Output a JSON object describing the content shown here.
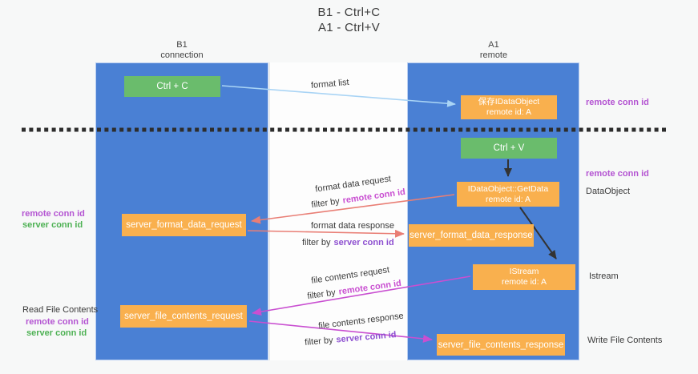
{
  "title": {
    "line1": "B1 - Ctrl+C",
    "line2": "A1 - Ctrl+V"
  },
  "columns": {
    "left": {
      "title": "B1",
      "subtitle": "connection"
    },
    "right": {
      "title": "A1",
      "subtitle": "remote"
    }
  },
  "nodes": {
    "ctrl_c": {
      "label": "Ctrl + C"
    },
    "save_dataobject": {
      "line1": "保存IDataObject",
      "line2": "remote id: A"
    },
    "ctrl_v": {
      "label": "Ctrl + V"
    },
    "getdata": {
      "line1": "IDataObject::GetData",
      "line2": "remote id: A"
    },
    "format_request": {
      "label": "server_format_data_request"
    },
    "format_response": {
      "label": "server_format_data_response"
    },
    "istream": {
      "line1": "IStream",
      "line2": "remote id: A"
    },
    "file_request": {
      "label": "server_file_contents_request"
    },
    "file_response": {
      "label": "server_file_contents_response"
    }
  },
  "flow_labels": {
    "format_list": "format list",
    "format_data_request": "format data request",
    "format_data_response": "format data response",
    "file_contents_request": "file contents request",
    "file_contents_response": "file contents response",
    "filter_by": "filter by",
    "remote_conn_id": "remote conn id",
    "server_conn_id": "server conn id"
  },
  "annotations": {
    "right_top_remote_conn_id": "remote conn id",
    "right_mid_remote_conn_id": "remote conn id",
    "dataobject": "DataObject",
    "istream": "Istream",
    "write_file_contents": "Write File Contents",
    "left_remote_conn_id_1": "remote conn id",
    "left_server_conn_id_1": "server conn id",
    "read_file_contents": "Read File Contents",
    "left_remote_conn_id_2": "remote conn id",
    "left_server_conn_id_2": "server conn id"
  },
  "colors": {
    "lane_blue": "#4a80d4",
    "node_green": "#6abc6c",
    "node_orange": "#f9b04e",
    "remote_conn_id_purple": "#b455d2",
    "server_conn_id_green": "#4db153",
    "middle_remote_id_magenta": "#c94fd1",
    "middle_server_id_violet": "#8d4fd0",
    "arrow_light_blue": "#a9d4f5",
    "arrow_salmon": "#e97e75",
    "arrow_magenta": "#c94fd1",
    "arrow_black": "#333333",
    "dashed_line": "#2d2d2d"
  }
}
